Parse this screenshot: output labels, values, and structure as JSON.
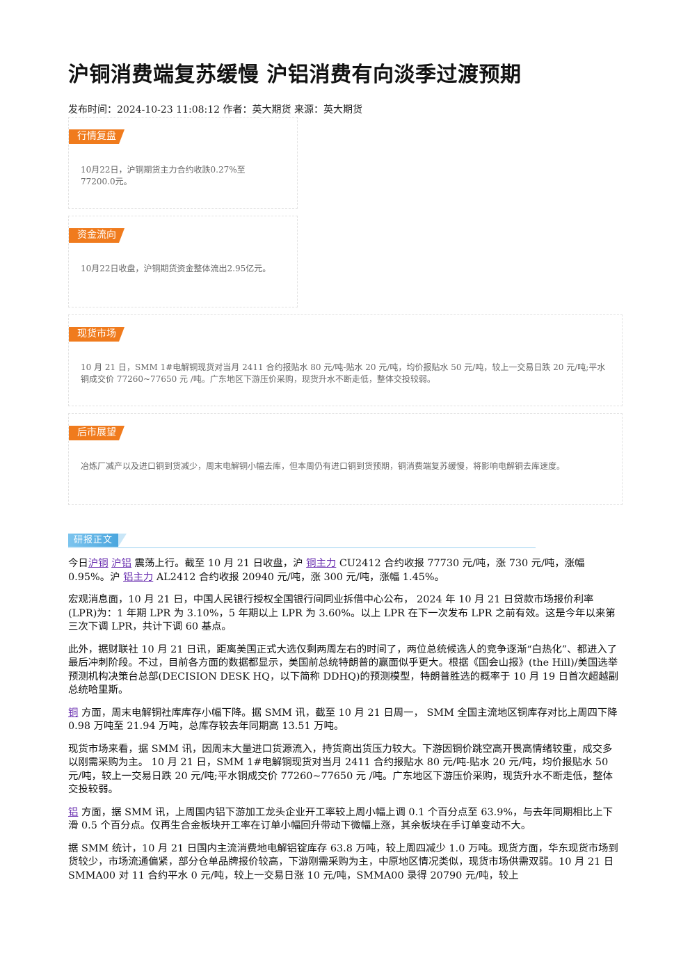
{
  "title": "沪铜消费端复苏缓慢 沪铝消费有向淡季过渡预期",
  "meta": "发布时间：2024-10-23 11:08:12 作者：英大期货 来源：英大期货",
  "cards": [
    {
      "tag": "行情复盘",
      "body": "10月22日，沪铜期货主力合约收跌0.27%至77200.0元。"
    },
    {
      "tag": "资金流向",
      "body": "10月22日收盘，沪铜期货资金整体流出2.95亿元。"
    },
    {
      "tag": "现货市场",
      "body": "10 月 21 日，SMM 1#电解铜现货对当月 2411 合约报贴水 80 元/吨-贴水 20 元/吨，均价报贴水 50 元/吨，较上一交易日跌 20 元/吨;平水铜成交价 77260~77650 元 /吨。广东地区下游压价采购，现货升水不断走低，整体交投较弱。"
    },
    {
      "tag": "后市展望",
      "body": "冶炼厂减产以及进口铜到货减少，周末电解铜小幅去库，但本周仍有进口铜到货预期，铜消费端复苏缓慢，将影响电解铜去库速度。"
    }
  ],
  "report_tag": "研报正文",
  "article": {
    "p1": {
      "t1": "今日",
      "l1": "沪铜",
      "l2": "沪铝",
      "t2": "震荡上行。截至 10 月 21 日收盘，沪",
      "l3": "铜主力",
      "t3": "CU2412 合约收报 77730 元/吨，涨 730 元/吨，涨幅 0.95%。沪",
      "l4": "铝主力",
      "t4": "AL2412 合约收报 20940 元/吨，涨 300 元/吨，涨幅 1.45%。"
    },
    "p2": "宏观消息面，10 月 21 日，中国人民银行授权全国银行间同业拆借中心公布， 2024 年 10 月 21 日贷款市场报价利率(LPR)为：1 年期 LPR 为 3.10%，5 年期以上 LPR 为 3.60%。以上 LPR 在下一次发布 LPR 之前有效。这是今年以来第三次下调 LPR，共计下调 60 基点。",
    "p3": "此外，据财联社 10 月 21 日讯，距离美国正式大选仅剩两周左右的时间了，两位总统候选人的竞争逐渐“白热化”、都进入了最后冲刺阶段。不过，目前各方面的数据都显示，美国前总统特朗普的赢面似乎更大。根据《国会山报》(the Hill)/美国选举预测机构决策台总部(DECISION DESK HQ，以下简称 DDHQ)的预测模型，特朗普胜选的概率于 10 月 19 日首次超越副总统哈里斯。",
    "p4": {
      "l1": "铜",
      "t1": "方面，周末电解铜社库库存小幅下降。据 SMM 讯，截至 10 月 21 日周一， SMM 全国主流地区铜库存对比上周四下降 0.98 万吨至 21.94 万吨，总库存较去年同期高 13.51 万吨。"
    },
    "p5": "现货市场来看，据 SMM 讯，因周末大量进口货源流入，持货商出货压力较大。下游因铜价跳空高开畏高情绪较重，成交多以刚需采购为主。 10 月 21 日，SMM 1#电解铜现货对当月 2411 合约报贴水 80 元/吨-贴水 20 元/吨，均价报贴水 50 元/吨，较上一交易日跌 20 元/吨;平水铜成交价 77260~77650 元 /吨。广东地区下游压价采购，现货升水不断走低，整体交投较弱。",
    "p6": {
      "l1": "铝",
      "t1": "方面，据 SMM 讯，上周国内铝下游加工龙头企业开工率较上周小幅上调 0.1 个百分点至 63.9%，与去年同期相比上下滑 0.5 个百分点。仅再生合金板块开工率在订单小幅回升带动下微幅上涨，其余板块在手订单变动不大。"
    },
    "p7": "据 SMM 统计，10 月 21 日国内主流消费地电解铝锭库存 63.8 万吨，较上周四减少 1.0 万吨。现货方面，华东现货市场到货较少，市场流通偏紧，部分仓单品牌报价较高，下游刚需采购为主，中原地区情况类似，现货市场供需双弱。10 月 21 日 SMMA00 对 11 合约平水 0 元/吨，较上一交易日涨 10 元/吨，SMMA00 录得 20790 元/吨，较上"
  }
}
